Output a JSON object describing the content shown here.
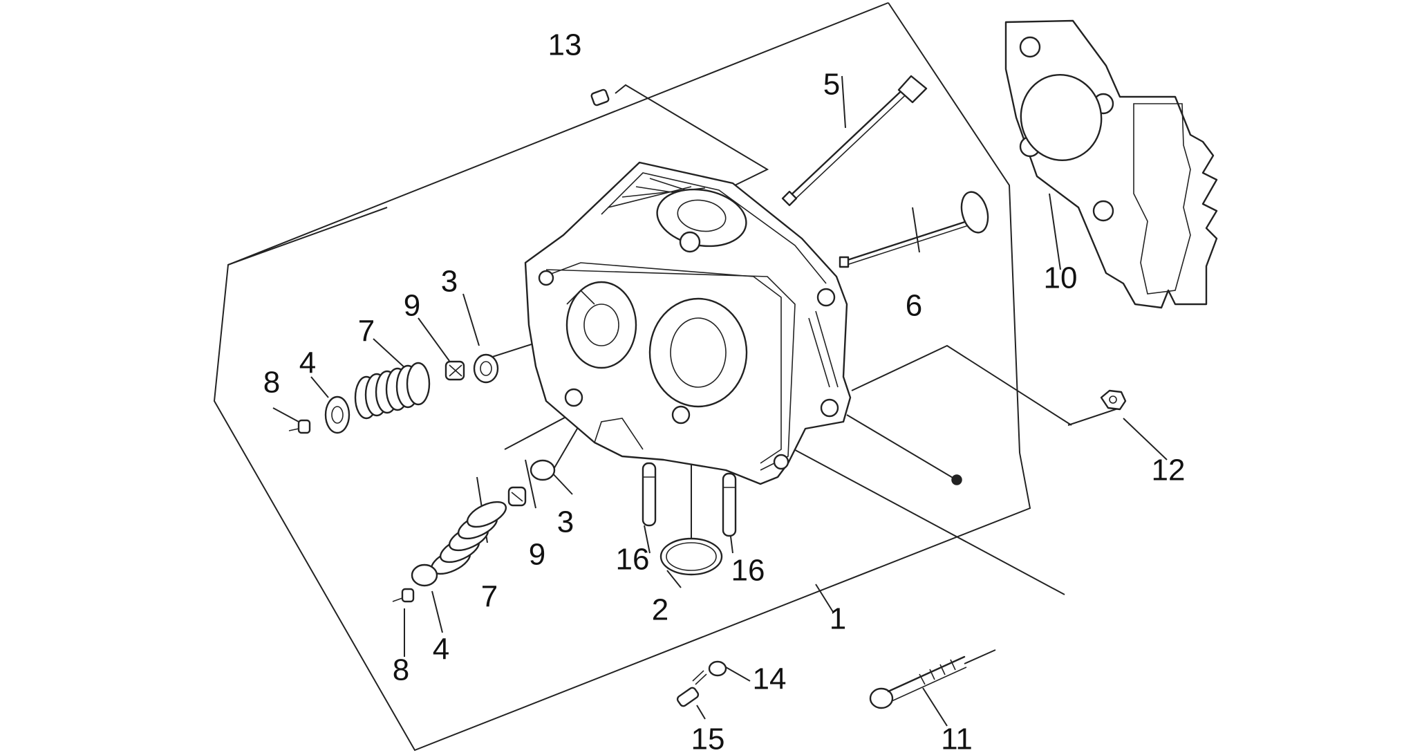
{
  "diagram": {
    "callouts": [
      {
        "id": "c13",
        "label": "13"
      },
      {
        "id": "c5",
        "label": "5"
      },
      {
        "id": "c6",
        "label": "6"
      },
      {
        "id": "c10",
        "label": "10"
      },
      {
        "id": "c3a",
        "label": "3"
      },
      {
        "id": "c9a",
        "label": "9"
      },
      {
        "id": "c7a",
        "label": "7"
      },
      {
        "id": "c4a",
        "label": "4"
      },
      {
        "id": "c8a",
        "label": "8"
      },
      {
        "id": "c12",
        "label": "12"
      },
      {
        "id": "c3b",
        "label": "3"
      },
      {
        "id": "c9b",
        "label": "9"
      },
      {
        "id": "c16a",
        "label": "16"
      },
      {
        "id": "c16b",
        "label": "16"
      },
      {
        "id": "c7b",
        "label": "7"
      },
      {
        "id": "c2",
        "label": "2"
      },
      {
        "id": "c1",
        "label": "1"
      },
      {
        "id": "c4b",
        "label": "4"
      },
      {
        "id": "c8b",
        "label": "8"
      },
      {
        "id": "c14",
        "label": "14"
      },
      {
        "id": "c15",
        "label": "15"
      },
      {
        "id": "c11",
        "label": "11"
      }
    ]
  }
}
